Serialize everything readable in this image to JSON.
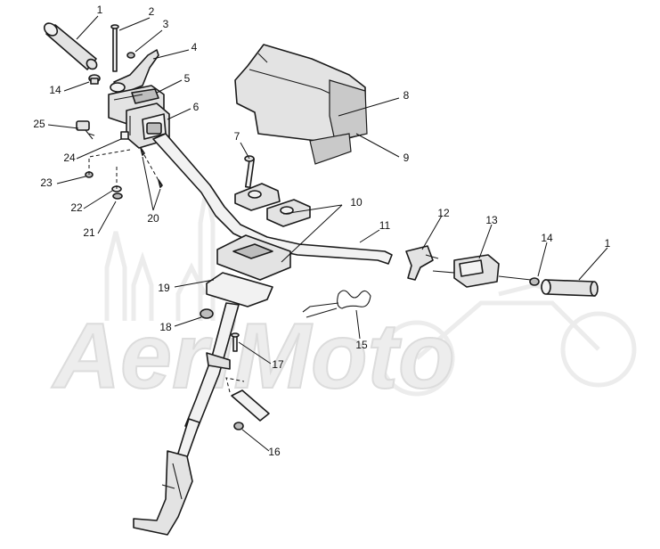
{
  "watermark": {
    "text": "AeriMoto"
  },
  "callouts": {
    "c1a": "1",
    "c2": "2",
    "c3": "3",
    "c4": "4",
    "c5": "5",
    "c6": "6",
    "c7": "7",
    "c8": "8",
    "c9": "9",
    "c10": "10",
    "c11": "11",
    "c12": "12",
    "c13": "13",
    "c14a": "14",
    "c14b": "14",
    "c1b": "1",
    "c15": "15",
    "c16": "16",
    "c17": "17",
    "c18": "18",
    "c19": "19",
    "c20": "20",
    "c21": "21",
    "c22": "22",
    "c23": "23",
    "c24": "24",
    "c25": "25"
  }
}
